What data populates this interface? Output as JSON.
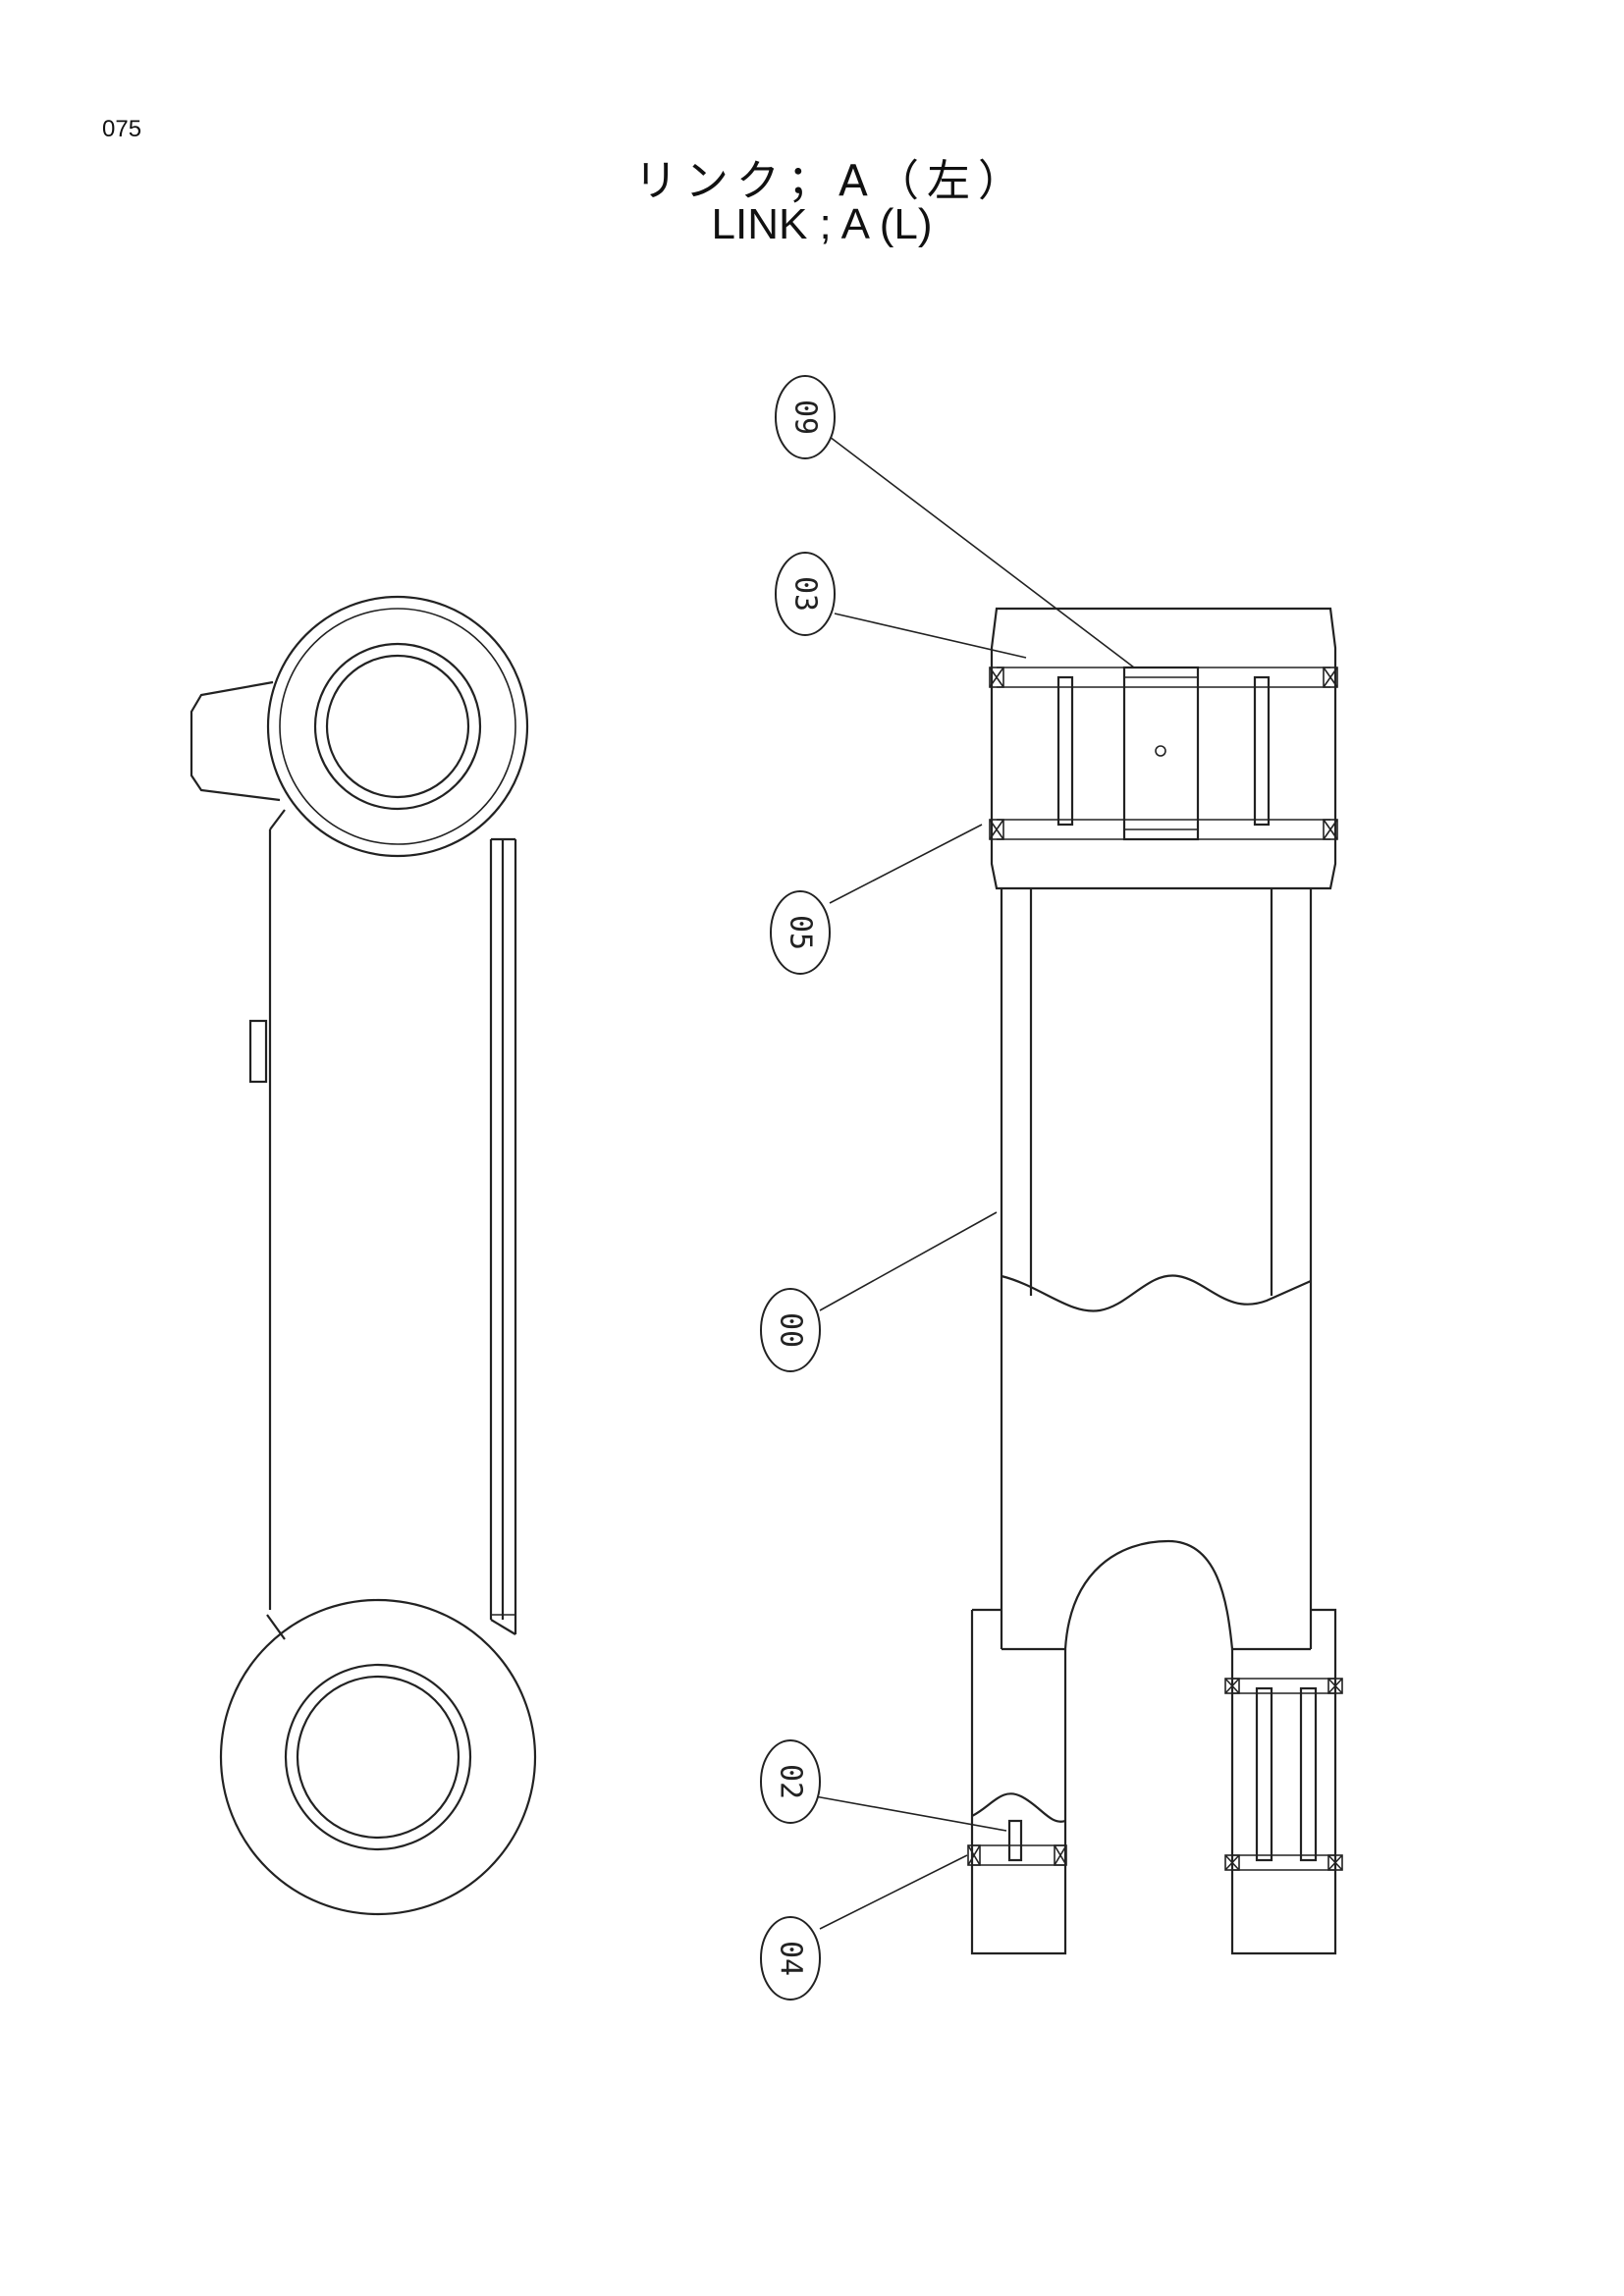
{
  "page": {
    "number": "075"
  },
  "title": {
    "jp": "リンク；A（左）",
    "en": "LINK ; A  (L)"
  },
  "callouts": [
    {
      "id": "09",
      "label": "09"
    },
    {
      "id": "03",
      "label": "03"
    },
    {
      "id": "05",
      "label": "05"
    },
    {
      "id": "00",
      "label": "00"
    },
    {
      "id": "02",
      "label": "02"
    },
    {
      "id": "04",
      "label": "04"
    }
  ],
  "colors": {
    "line": "#222222",
    "background": "#ffffff"
  }
}
